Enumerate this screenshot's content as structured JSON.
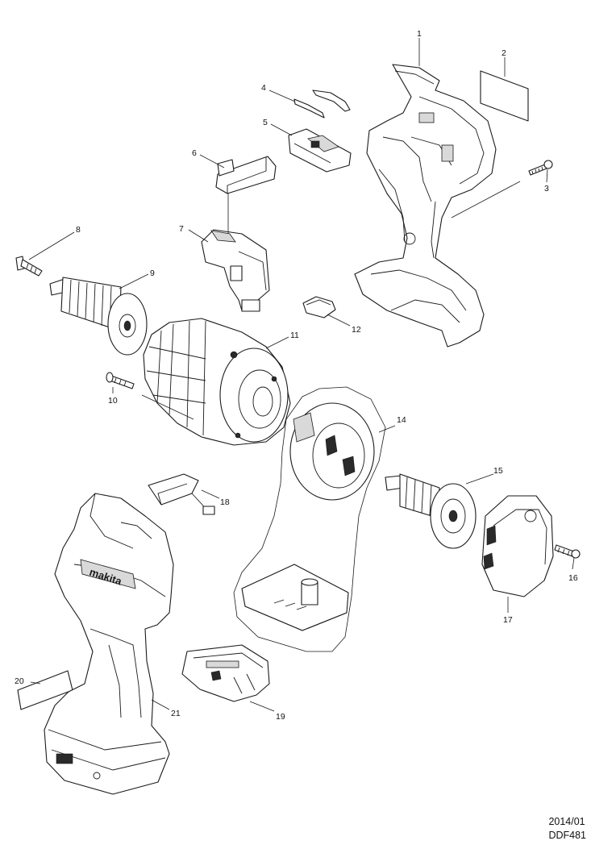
{
  "callouts": [
    "1",
    "2",
    "3",
    "4",
    "5",
    "6",
    "7",
    "8",
    "9",
    "10",
    "11",
    "12",
    "14",
    "15",
    "16",
    "17",
    "18",
    "19",
    "20",
    "21"
  ],
  "footer": {
    "date": "2014/01",
    "model": "DDF481"
  },
  "brand_logo": "makita"
}
